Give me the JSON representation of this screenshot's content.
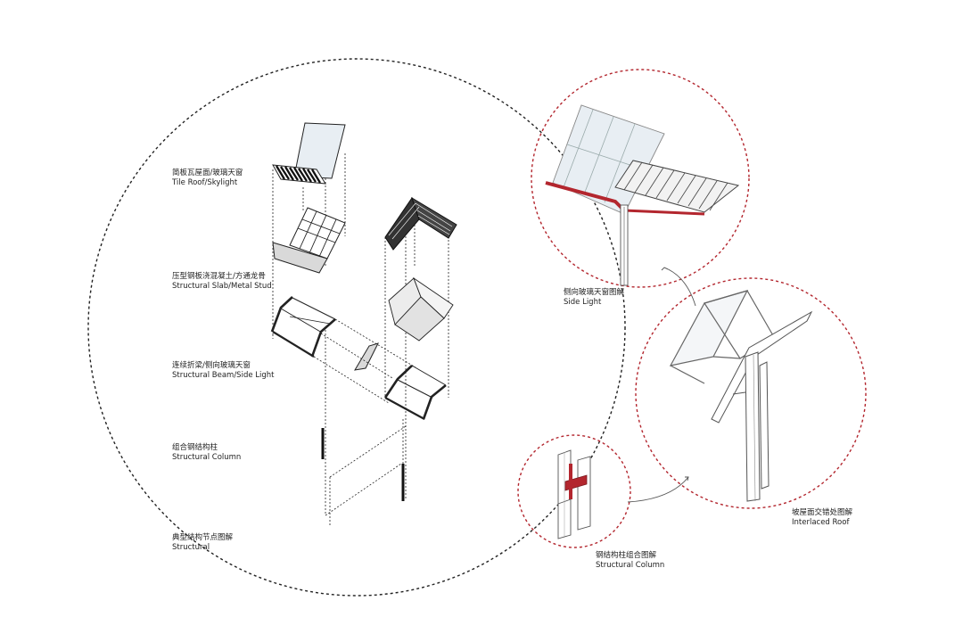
{
  "main_diagram": {
    "layers": [
      {
        "zh": "简板瓦屋面/玻璃天窗",
        "en": "Tile Roof/Skylight"
      },
      {
        "zh": "压型钢板浇混凝土/方通龙骨",
        "en": "Structural Slab/Metal Stud"
      },
      {
        "zh": "连续折梁/侧向玻璃天窗",
        "en": "Structural Beam/Side Light"
      },
      {
        "zh": "组合钢结构柱",
        "en": "Structural Column"
      },
      {
        "zh": "典型结构节点图解",
        "en": "Structural"
      }
    ]
  },
  "details": {
    "side_light": {
      "zh": "侧向玻璃天窗图解",
      "en": "Side Light"
    },
    "interlaced_roof": {
      "zh": "坡屋面交错处图解",
      "en": "Interlaced Roof"
    },
    "structural_column": {
      "zh": "钢结构柱组合图解",
      "en": "Structural Column"
    }
  },
  "colors": {
    "outline": "#222222",
    "accent_red": "#b3262e",
    "glass": "#e8eef3",
    "panel_grey": "#d9d9d9"
  }
}
